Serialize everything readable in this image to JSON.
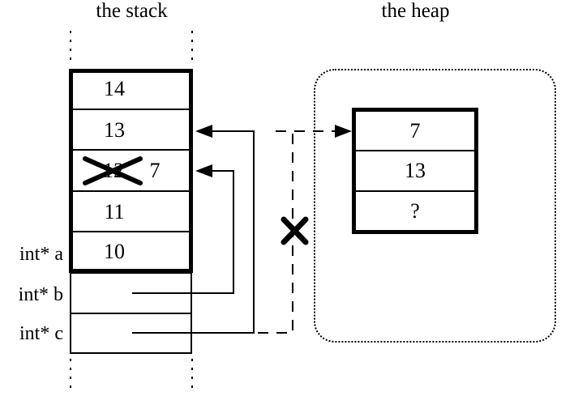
{
  "titles": {
    "stack": "the stack",
    "heap": "the heap"
  },
  "stack": {
    "frame_cells": [
      {
        "value": "14"
      },
      {
        "value": "13"
      },
      {
        "value": "12",
        "crossed_out": true,
        "replacement": "7"
      },
      {
        "value": "11"
      },
      {
        "value": "10"
      }
    ],
    "pointer_labels": [
      {
        "label": "int* a"
      },
      {
        "label": "int* b"
      },
      {
        "label": "int* c"
      }
    ]
  },
  "heap": {
    "cells": [
      {
        "value": "7"
      },
      {
        "value": "13"
      },
      {
        "value": "?"
      }
    ]
  },
  "connections": [
    {
      "from": "int* b",
      "to": "stack cell 12 (overwritten with 7)",
      "style": "solid-arrow"
    },
    {
      "from": "int* c",
      "to": "stack cell 13",
      "style": "solid-arrow"
    },
    {
      "from": "int* c",
      "to": "heap block",
      "style": "dashed-arrow",
      "crossed_out": true
    }
  ],
  "colors": {
    "ink": "#000000",
    "background": "#ffffff"
  }
}
